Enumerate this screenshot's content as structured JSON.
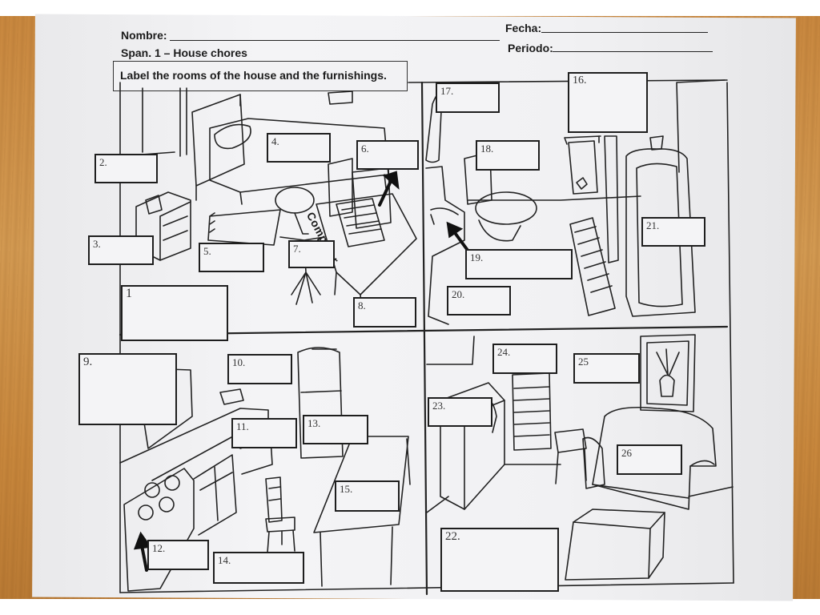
{
  "worksheet": {
    "name_label": "Nombre:",
    "date_label": "Fecha:",
    "course_title": "Span. 1 – House chores",
    "period_label": "Periodo:",
    "instructions": "Label the rooms of the house and the furnishings.",
    "computer_text": "Computer",
    "labels": {
      "b1": "1",
      "b2": "2.",
      "b3": "3.",
      "b4": "4.",
      "b5": "5.",
      "b6": "6.",
      "b7": "7.",
      "b8": "8.",
      "b9": "9.",
      "b10": "10.",
      "b11": "11.",
      "b12": "12.",
      "b13": "13.",
      "b14": "14.",
      "b15": "15.",
      "b16": "16.",
      "b17": "17.",
      "b18": "18.",
      "b19": "19.",
      "b20": "20.",
      "b21": "21.",
      "b22": "22.",
      "b23": "23.",
      "b24": "24.",
      "b25": "25",
      "b26": "26"
    }
  },
  "colors": {
    "desk": "#c9883f",
    "paper": "#f1f1f3",
    "ink": "#1e1e1e"
  }
}
